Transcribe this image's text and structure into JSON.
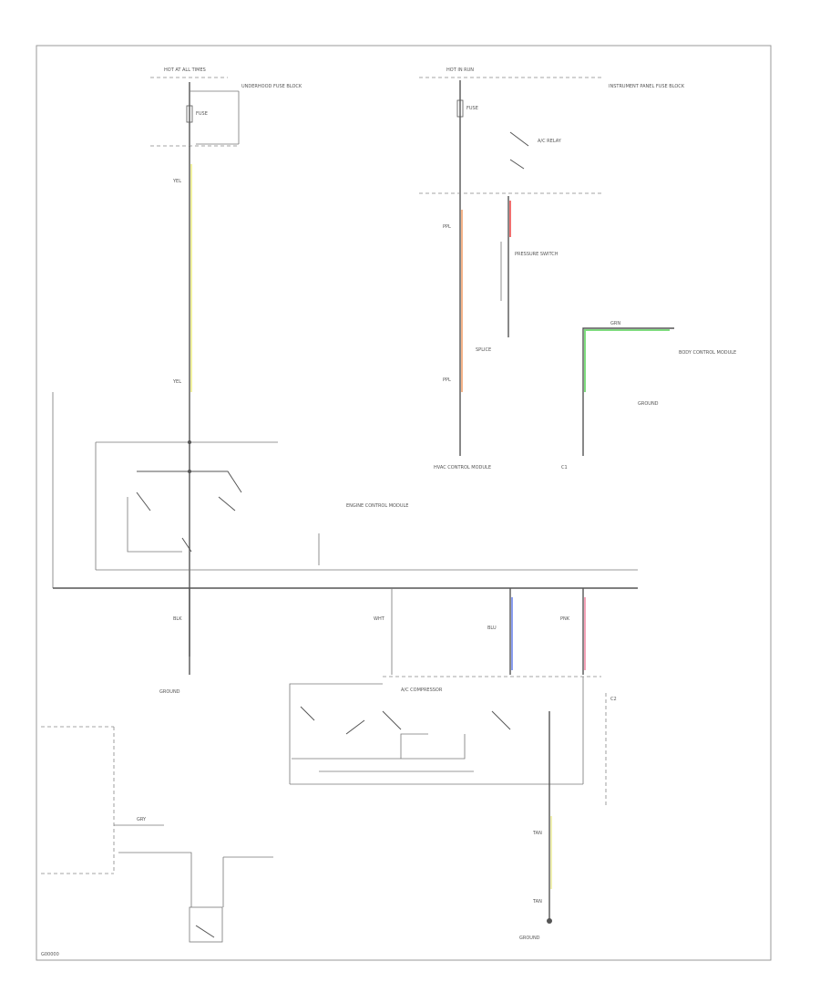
{
  "colors": {
    "wire": "#555555",
    "yellow": "#f2f2a0",
    "orange": "#f5b48a",
    "red": "#f07070",
    "green": "#7fdc7f",
    "blue": "#8a9ef0",
    "pink": "#f5a3b8",
    "pale_yellow": "#f0f0b0"
  },
  "labels": {
    "hot_at_all_times_1": "HOT AT ALL TIMES",
    "hot_in_run": "HOT IN RUN",
    "fuse_block_1": "UNDERHOOD FUSE BLOCK",
    "fuse_block_2": "INSTRUMENT PANEL FUSE BLOCK",
    "fuse_1": "FUSE",
    "fuse_2": "FUSE",
    "wire_yel_1": "YEL",
    "wire_yel_2": "YEL",
    "wire_ppl": "PPL",
    "wire_ppl_2": "PPL",
    "wire_grn": "GRN",
    "wire_gry_1": "GRY",
    "wire_blk_1": "BLK",
    "wire_wht": "WHT",
    "wire_blu": "BLU",
    "wire_pnk": "PNK",
    "wire_tan": "TAN",
    "wire_tan_2": "TAN",
    "splice_1": "SPLICE",
    "module_1": "HVAC CONTROL MODULE",
    "module_2": "BODY CONTROL MODULE",
    "relay_1": "A/C RELAY",
    "switch_1": "PRESSURE SWITCH",
    "ground_1": "GROUND",
    "ground_2": "GROUND",
    "ground_3": "GROUND",
    "connector_1": "C1",
    "connector_2": "C2",
    "compressor": "A/C COMPRESSOR",
    "ecm": "ENGINE CONTROL MODULE",
    "fig_no": "G00000"
  }
}
